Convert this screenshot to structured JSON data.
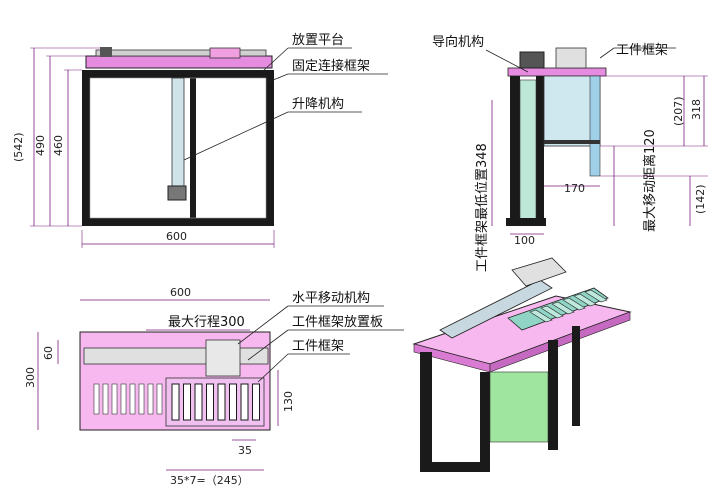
{
  "front_view": {
    "labels": {
      "platform": "放置平台",
      "connector": "固定连接框架",
      "lift": "升降机构"
    },
    "dims": {
      "width": "600",
      "h542": "(542)",
      "h490": "490",
      "h460": "460"
    }
  },
  "side_view": {
    "labels": {
      "guide": "导向机构",
      "frame": "工件框架",
      "lowest": "工件框架最低位置348",
      "max_move": "最大移动距离120"
    },
    "dims": {
      "d170": "170",
      "d100": "100",
      "d207": "(207)",
      "d318": "318",
      "d142": "(142)"
    }
  },
  "top_view": {
    "labels": {
      "horizontal": "水平移动机构",
      "stroke": "最大行程300",
      "plate": "工件框架放置板",
      "frame": "工件框架"
    },
    "dims": {
      "width": "600",
      "h300": "300",
      "d60": "60",
      "d130": "130",
      "d35": "35",
      "pitch": "35*7=（245）"
    }
  },
  "colors": {
    "magenta": "#e58be0",
    "pink": "#f6b8ee",
    "dim_line": "#7a1d7a",
    "gray": "#c8c8c8",
    "dark": "#1a1a1a",
    "teal": "#8fd4c4",
    "green": "#9fe59f"
  }
}
